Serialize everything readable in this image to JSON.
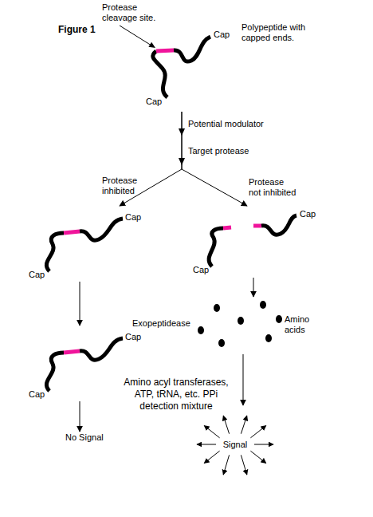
{
  "diagram": {
    "title": "Figure 1",
    "nodes": [
      {
        "text": [
          "Cap",
          "Cap"
        ]
      },
      {
        "text": [
          "Cap",
          "Cap"
        ]
      },
      {
        "text": [
          "Cap",
          "Cap"
        ]
      },
      {
        "text": [
          "Cap",
          "Cap"
        ]
      },
      {
        "text": [
          "Amino acids"
        ]
      },
      {
        "text": [
          "No Signal"
        ]
      },
      {
        "text": [
          "Signal"
        ]
      }
    ],
    "edges": [
      {
        "from": 0,
        "to": 1,
        "arrow": "to",
        "label": "Protease inhibited"
      },
      {
        "from": 0,
        "to": 2,
        "arrow": "to",
        "label": "Protease not inhibited"
      },
      {
        "from": 1,
        "to": 3,
        "arrow": "to"
      },
      {
        "from": 2,
        "to": 4,
        "arrow": "to"
      },
      {
        "from": 3,
        "to": 5,
        "arrow": "to"
      },
      {
        "from": 4,
        "to": 6,
        "arrow": "to"
      }
    ],
    "labels": [
      "Protease cleavage site.",
      "Polypeptide with capped ends.",
      "Potential modulator",
      "Target protease",
      "Exopeptidease",
      "Amino acyl transferases, ATP, tRNA, etc. PPi detection mixture"
    ]
  }
}
